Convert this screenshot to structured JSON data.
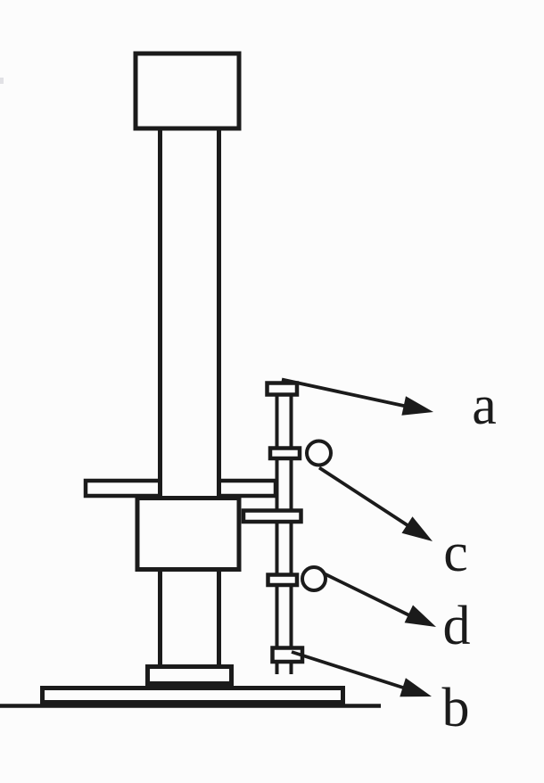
{
  "figure": {
    "type": "technical-line-diagram",
    "description_visible_parts": "column apparatus with side rod and four leader labels",
    "colors": {
      "background": "#fcfcfc",
      "line": "#1b1b1b"
    },
    "labels": [
      {
        "id": "a",
        "text": "a"
      },
      {
        "id": "c",
        "text": "c"
      },
      {
        "id": "d",
        "text": "d"
      },
      {
        "id": "b",
        "text": "b"
      }
    ]
  }
}
